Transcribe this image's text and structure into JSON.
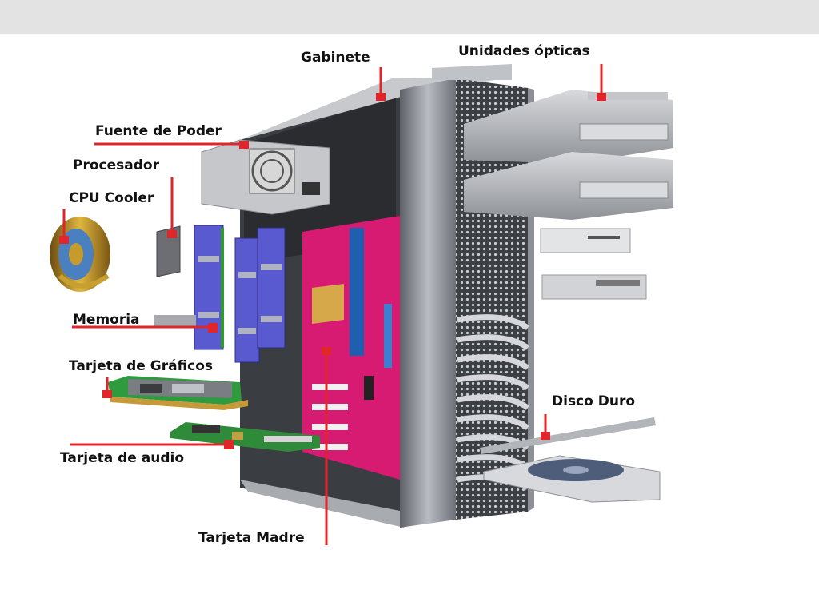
{
  "labels": {
    "gabinete": "Gabinete",
    "unidades_opticas": "Unidades ópticas",
    "fuente_de_poder": "Fuente de Poder",
    "procesador": "Procesador",
    "cpu_cooler": "CPU Cooler",
    "memoria": "Memoria",
    "tarjeta_graficos": "Tarjeta de Gráficos",
    "tarjeta_audio": "Tarjeta de audio",
    "tarjeta_madre": "Tarjeta Madre",
    "disco_duro": "Disco Duro"
  },
  "colors": {
    "leader": "#e0262b",
    "motherboard": "#d81b72",
    "memory": "#5a5ad0",
    "case": "#8c8f95",
    "background_bar": "#e3e3e3"
  }
}
